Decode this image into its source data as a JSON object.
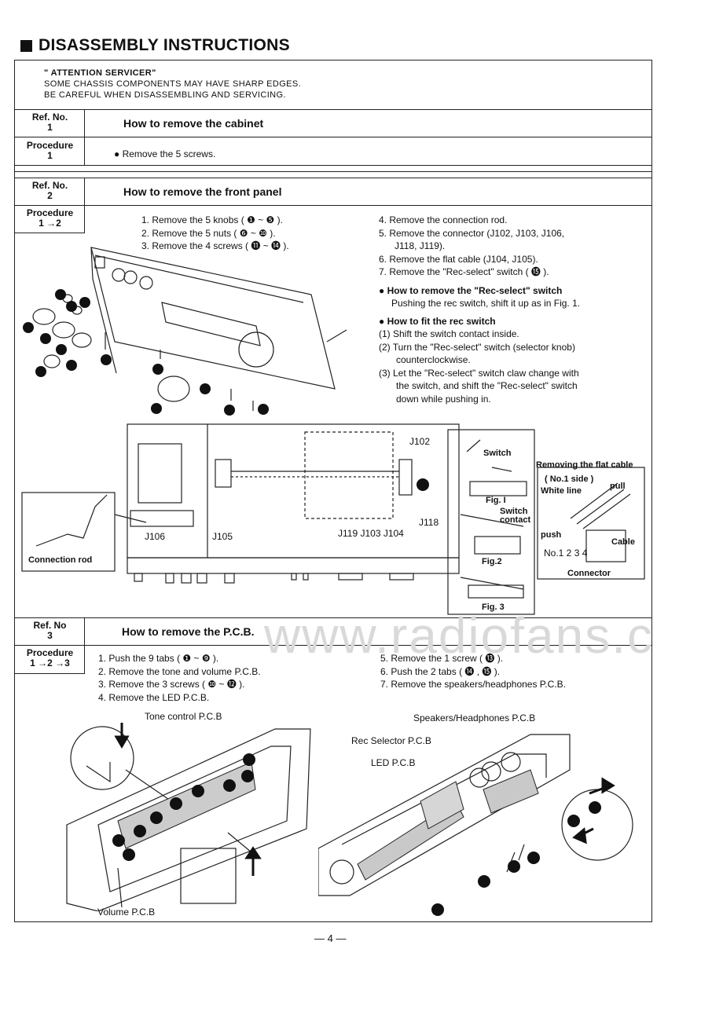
{
  "title": "DISASSEMBLY INSTRUCTIONS",
  "attention": {
    "heading": "\" ATTENTION SERVICER\"",
    "line1": "SOME CHASSIS COMPONENTS MAY HAVE SHARP EDGES.",
    "line2": "BE CAREFUL WHEN DISASSEMBLING AND SERVICING."
  },
  "labels": {
    "ref_no": "Ref. No.",
    "ref_no_nodot": "Ref. No",
    "procedure": "Procedure"
  },
  "section1": {
    "ref": "1",
    "heading": "How to remove the cabinet",
    "procedure": "1",
    "step": "● Remove the 5 screws."
  },
  "section2": {
    "ref": "2",
    "heading": "How to remove the front panel",
    "procedure": "1 →2",
    "left_steps": [
      "1. Remove the 5 knobs ( ❶ ~ ❺ ).",
      "2. Remove the 5 nuts ( ❻ ~ ❿ ).",
      "3. Remove the 4 screws ( ⓫ ~ ⓮ )."
    ],
    "right_steps": [
      "4. Remove the connection rod.",
      "5. Remove the connector (J102, J103, J106,",
      "J118, J119).",
      "6. Remove the flat cable (J104, J105).",
      "7. Remove the \"Rec-select\" switch ( ⓯ )."
    ],
    "rec_select_heading": "● How to remove the \"Rec-select\" switch",
    "rec_select_text": "Pushing the rec switch, shift it up as in Fig. 1.",
    "fit_heading": "● How to fit the rec switch",
    "fit_steps": [
      "(1) Shift the switch contact inside.",
      "(2) Turn the \"Rec-select\" switch (selector knob)",
      "counterclockwise.",
      "(3) Let the \"Rec-select\" switch claw change with",
      "the switch, and shift the \"Rec-select\" switch",
      "down while pushing in."
    ],
    "figure": {
      "connection_rod": "Connection rod",
      "switch": "Switch",
      "switch_contact_1": "Switch",
      "switch_contact_2": "contact",
      "fig1": "Fig. I",
      "fig2": "Fig.2",
      "fig3": "Fig. 3",
      "flat_cable_title": "Removing the flat cable",
      "no1_side": "( No.1 side )",
      "white_line": "White line",
      "pull": "pull",
      "push": "push",
      "cable": "Cable",
      "no1234": "No.1 2 3 4",
      "connector": "Connector",
      "j102": "J102",
      "j106": "J106",
      "j105": "J105",
      "j118": "J118",
      "j119_103_104": "J119 J103 J104"
    }
  },
  "section3": {
    "ref": "3",
    "heading": "How to remove the P.C.B.",
    "procedure": "1 →2 →3",
    "left_steps": [
      "1. Push the 9 tabs ( ❶ ~ ❾ ).",
      "2. Remove the tone and volume P.C.B.",
      "3. Remove the 3 screws ( ❿ ~ ⓬ ).",
      "4. Remove the LED P.C.B."
    ],
    "right_steps": [
      "5. Remove the 1 screw ( ⓭ ).",
      "6. Push the 2 tabs ( ⓮ ,  ⓯ ).",
      "7. Remove the speakers/headphones P.C.B."
    ],
    "figure": {
      "tone_control": "Tone control P.C.B",
      "volume": "Volume P.C.B",
      "speakers": "Speakers/Headphones P.C.B",
      "rec_selector": "Rec Selector P.C.B",
      "led": "LED P.C.B"
    }
  },
  "watermark": "www.radiofans.c",
  "page_number": "— 4 —"
}
